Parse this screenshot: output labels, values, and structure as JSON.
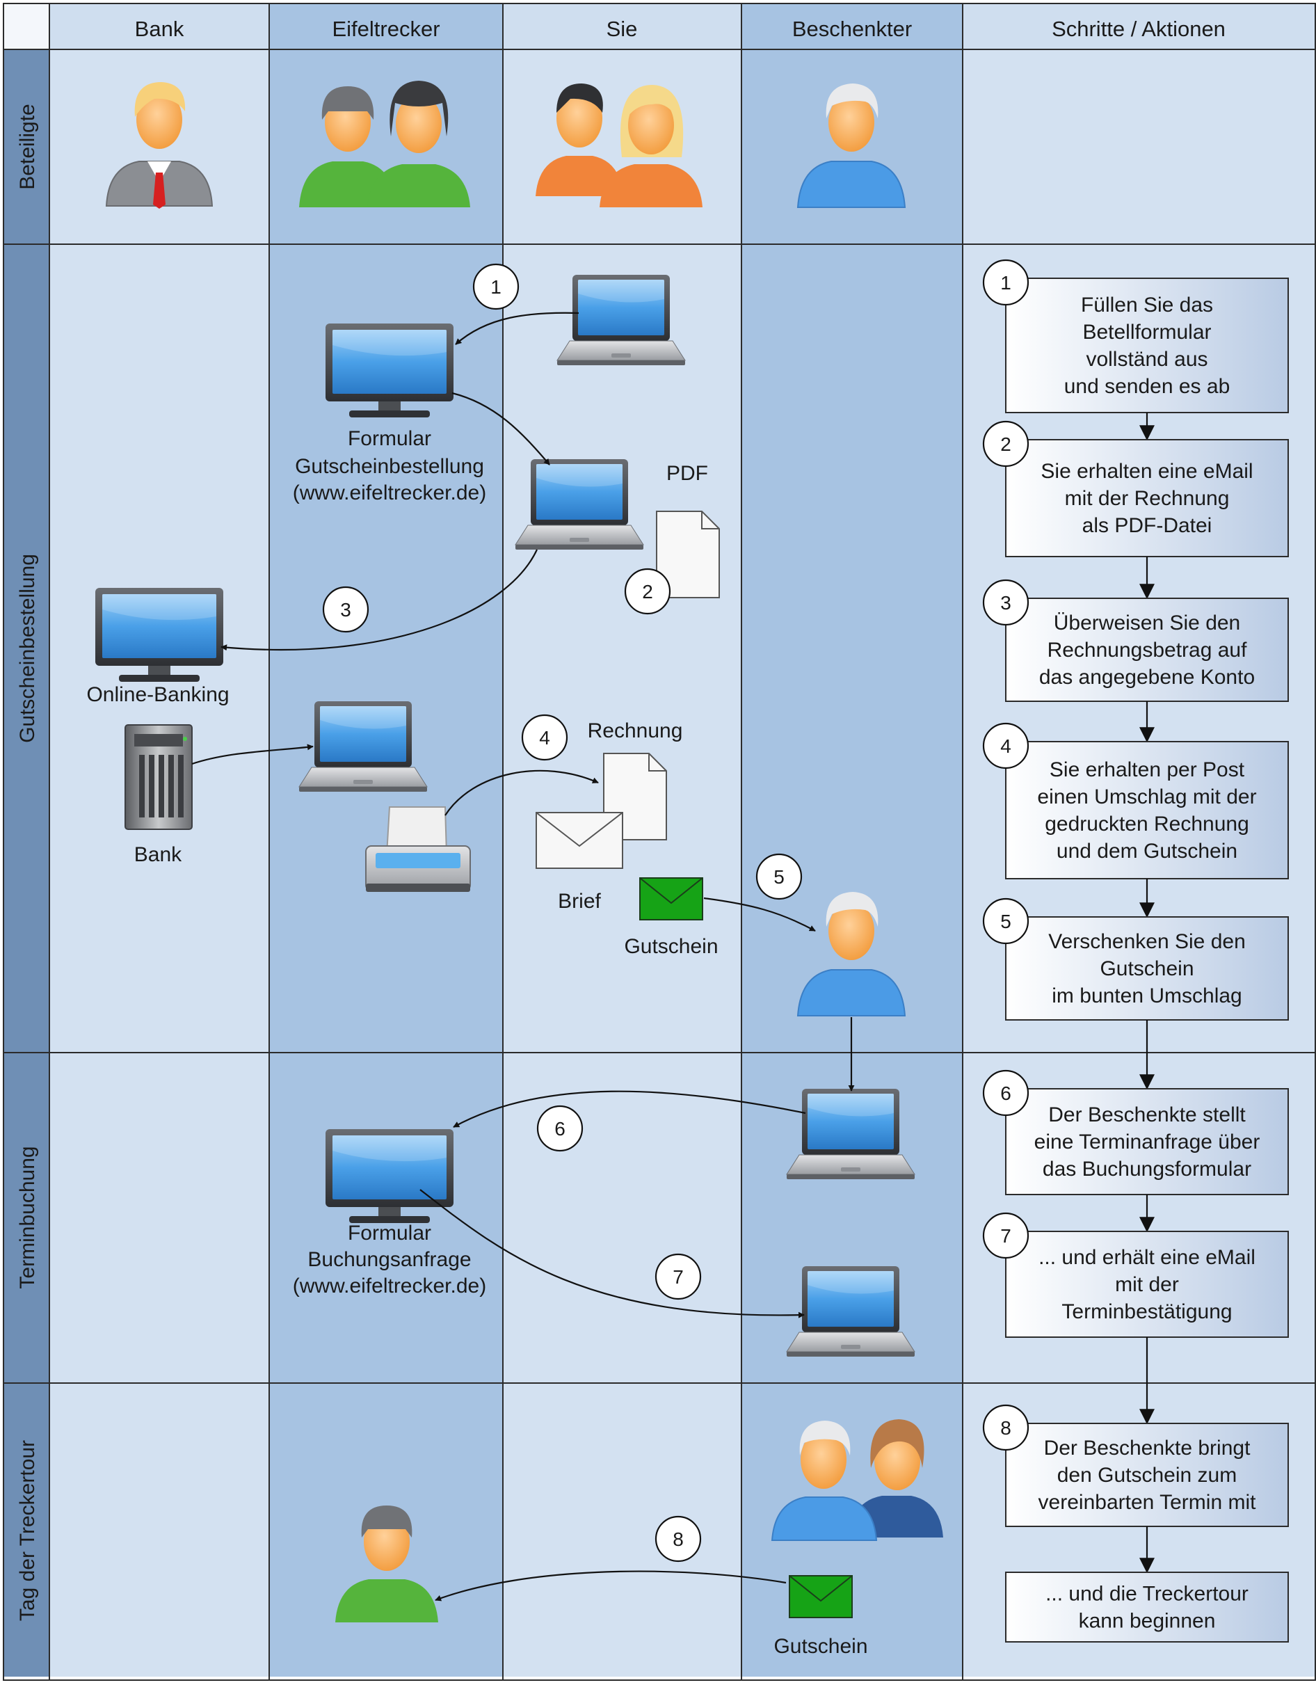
{
  "columns": [
    "Bank",
    "Eifeltrecker",
    "Sie",
    "Beschenkter",
    "Schritte / Aktionen"
  ],
  "rows": [
    "Beteiligte",
    "Gutscheinbestellung",
    "Terminbuchung",
    "Tag der Treckertour"
  ],
  "labels": {
    "formular_gutschein": [
      "Formular",
      "Gutscheinbestellung",
      "(www.eifeltrecker.de)"
    ],
    "pdf": "PDF",
    "online_banking": "Online-Banking",
    "bank": "Bank",
    "rechnung": "Rechnung",
    "brief": "Brief",
    "gutschein": "Gutschein",
    "formular_buchung": [
      "Formular",
      "Buchungsanfrage",
      "(www.eifeltrecker.de)"
    ],
    "gutschein_day": "Gutschein"
  },
  "step_badges": [
    "1",
    "2",
    "3",
    "4",
    "5",
    "6",
    "7",
    "8"
  ],
  "steps": [
    {
      "num": "1",
      "lines": [
        "Füllen Sie das",
        "Betellformular",
        "vollständ aus",
        "und senden es ab"
      ]
    },
    {
      "num": "2",
      "lines": [
        "Sie erhalten eine eMail",
        "mit der Rechnung",
        "als PDF-Datei"
      ]
    },
    {
      "num": "3",
      "lines": [
        "Überweisen Sie den",
        "Rechnungsbetrag auf",
        "das angegebene Konto"
      ]
    },
    {
      "num": "4",
      "lines": [
        "Sie erhalten per Post",
        "einen Umschlag mit der",
        "gedruckten Rechnung",
        "und dem Gutschein"
      ]
    },
    {
      "num": "5",
      "lines": [
        "Verschenken Sie den",
        "Gutschein",
        "im bunten Umschlag"
      ]
    },
    {
      "num": "6",
      "lines": [
        "Der Beschenkte stellt",
        "eine Terminanfrage über",
        "das Buchungsformular"
      ]
    },
    {
      "num": "7",
      "lines": [
        "... und erhält eine eMail",
        "mit der",
        "Terminbestätigung"
      ]
    },
    {
      "num": "8",
      "lines": [
        "Der Beschenkte bringt",
        "den Gutschein zum",
        "vereinbarten Termin mit"
      ]
    },
    {
      "num": "",
      "lines": [
        "... und die Treckertour",
        "kann beginnen"
      ]
    }
  ],
  "colors": {
    "lane_light": "#d3e1f1",
    "lane_dark": "#a7c3e2",
    "row_header": "#6f8fb5",
    "envelope_green": "#16a316"
  }
}
